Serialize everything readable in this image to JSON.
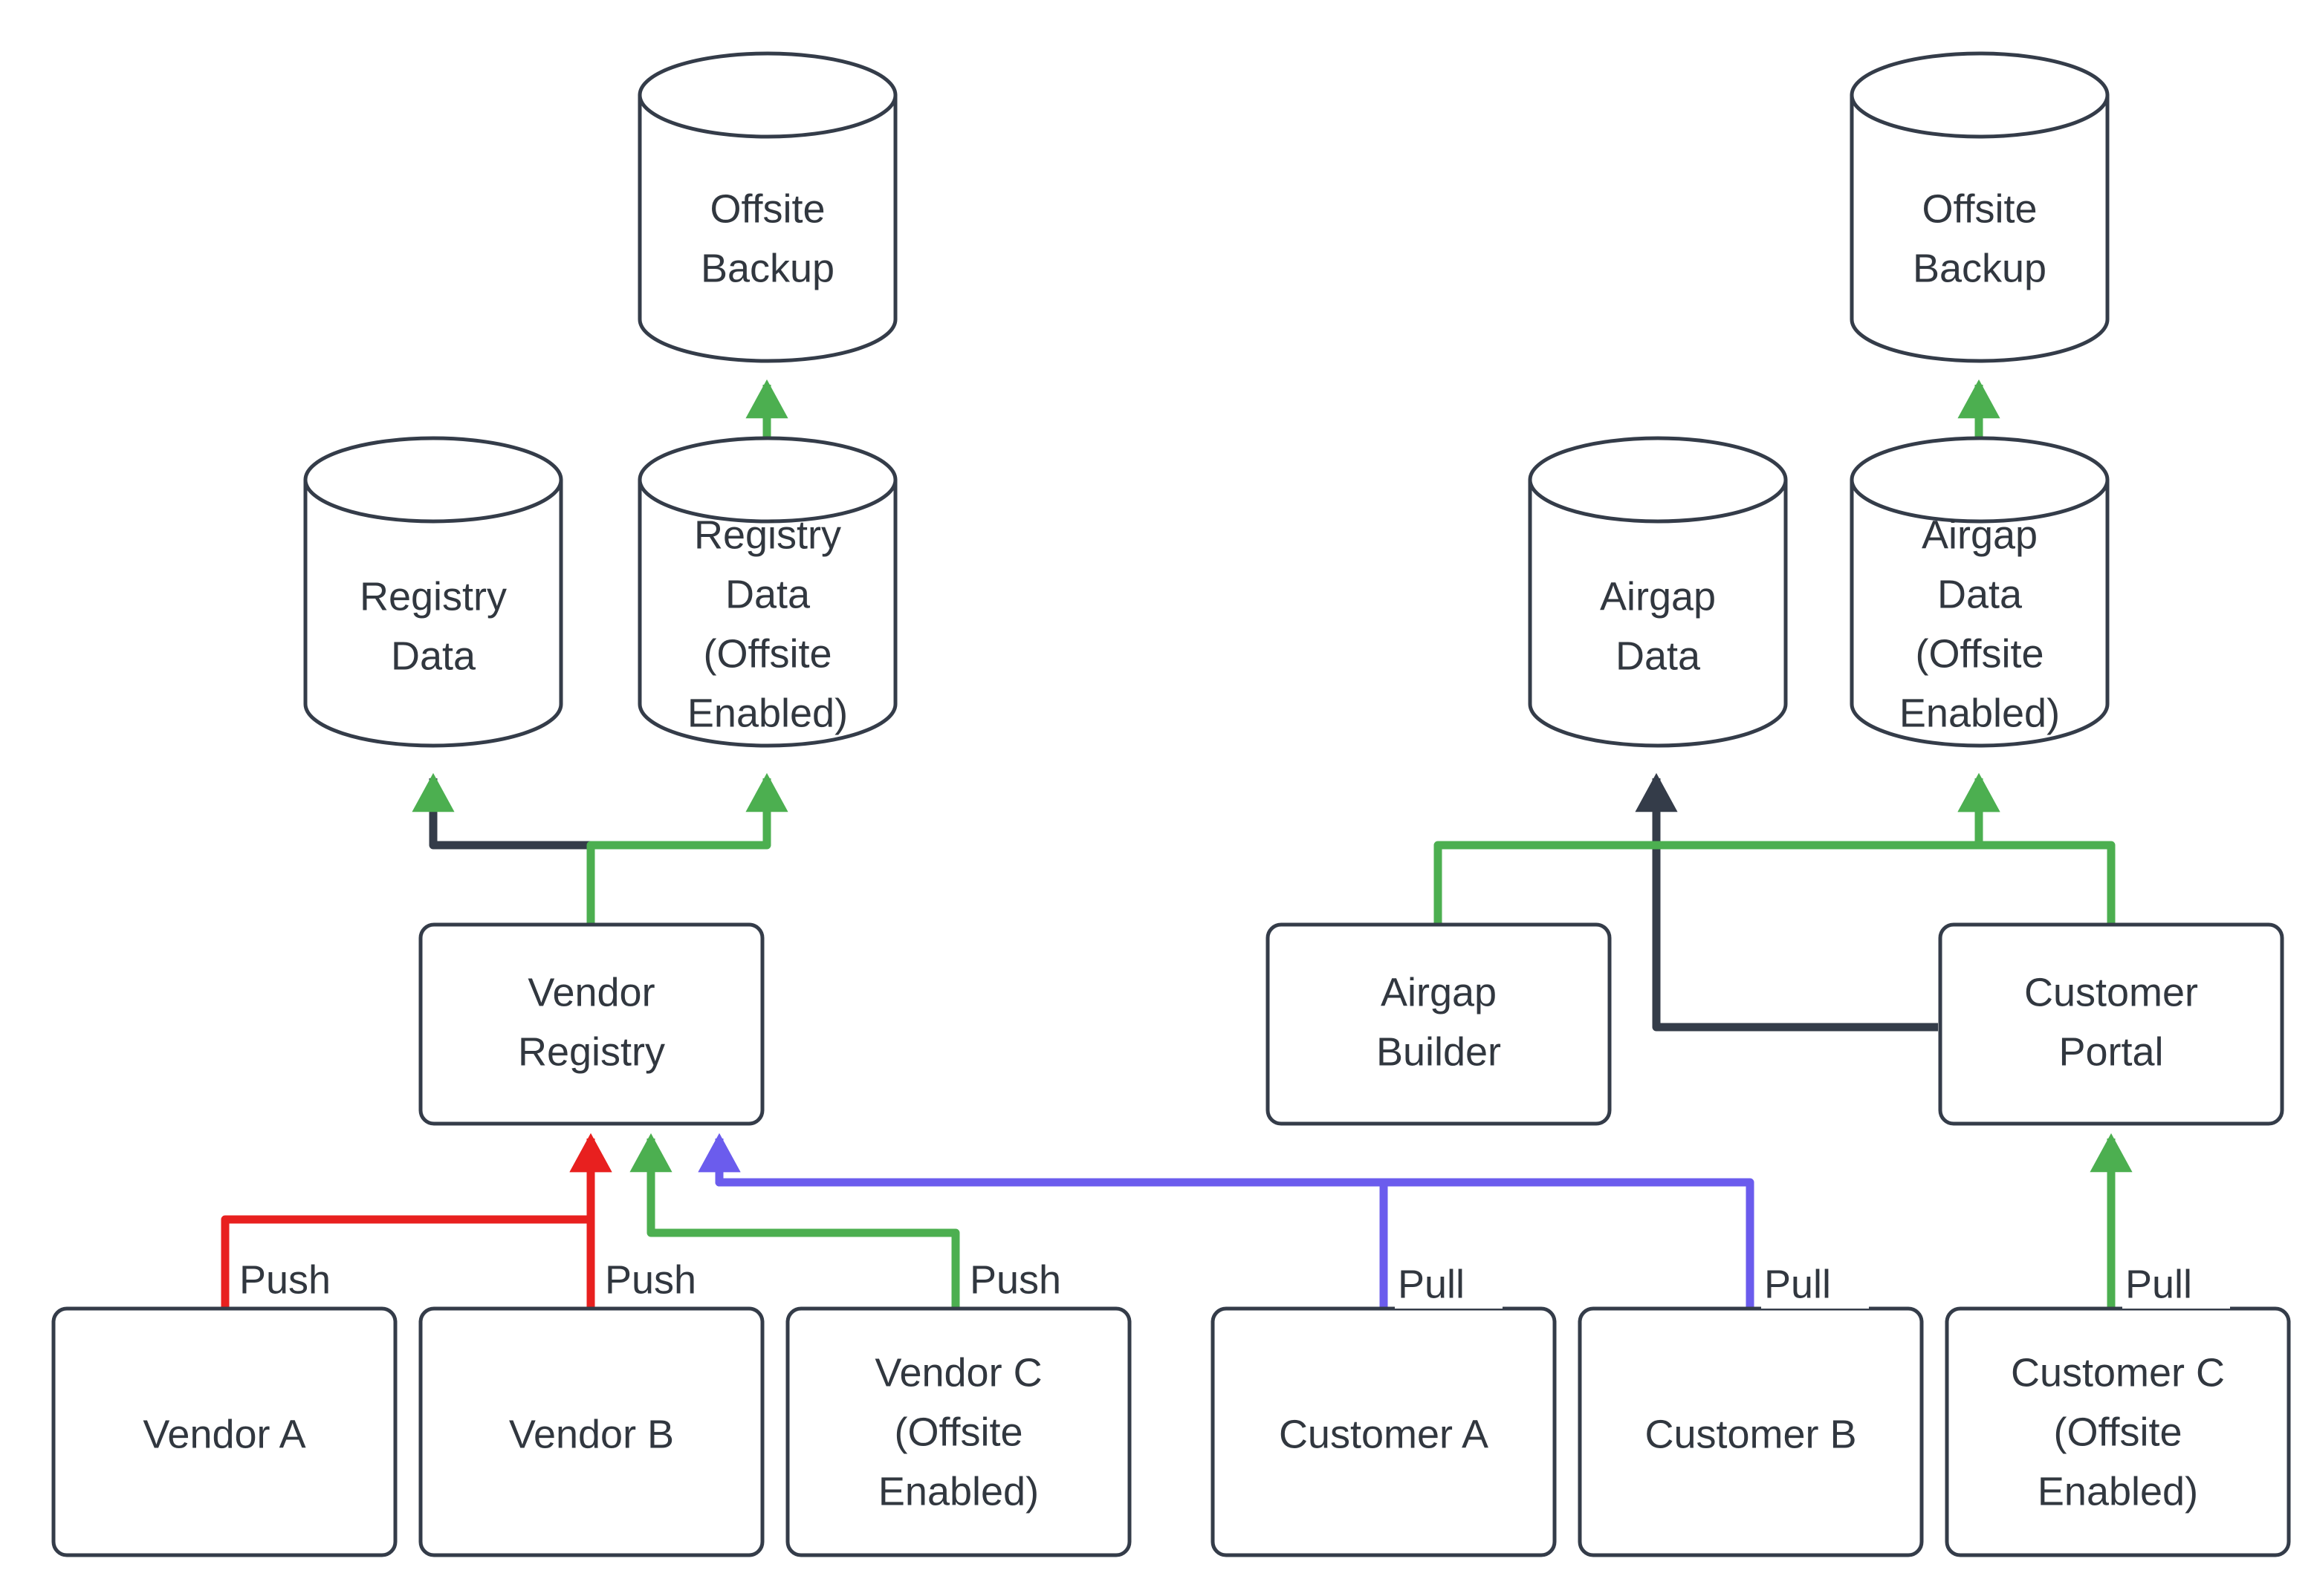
{
  "diagram": {
    "title": "Registry and Airgap Data Flow",
    "background_color": "#ffffff",
    "node_stroke_color": "#343c49",
    "text_color": "#31373f",
    "colors": {
      "dark": "#343c49",
      "green": "#4caf50",
      "red": "#e8201f",
      "purple": "#6b5ced"
    }
  },
  "nodes": {
    "offsite_backup_left": {
      "label": "Offsite Backup",
      "lines": [
        "Offsite",
        "Backup"
      ],
      "shape": "cylinder"
    },
    "offsite_backup_right": {
      "label": "Offsite Backup",
      "lines": [
        "Offsite",
        "Backup"
      ],
      "shape": "cylinder"
    },
    "registry_data": {
      "label": "Registry Data",
      "lines": [
        "Registry",
        "Data"
      ],
      "shape": "cylinder"
    },
    "registry_data_offsite": {
      "label": "Registry Data (Offsite Enabled)",
      "lines": [
        "Registry",
        "Data",
        "(Offsite",
        "Enabled)"
      ],
      "shape": "cylinder"
    },
    "airgap_data": {
      "label": "Airgap Data",
      "lines": [
        "Airgap",
        "Data"
      ],
      "shape": "cylinder"
    },
    "airgap_data_offsite": {
      "label": "Airgap Data (Offsite Enabled)",
      "lines": [
        "Airgap",
        "Data",
        "(Offsite",
        "Enabled)"
      ],
      "shape": "cylinder"
    },
    "vendor_registry": {
      "label": "Vendor Registry",
      "lines": [
        "Vendor",
        "Registry"
      ],
      "shape": "box"
    },
    "airgap_builder": {
      "label": "Airgap Builder",
      "lines": [
        "Airgap",
        "Builder"
      ],
      "shape": "box"
    },
    "customer_portal": {
      "label": "Customer Portal",
      "lines": [
        "Customer",
        "Portal"
      ],
      "shape": "box"
    },
    "vendor_a": {
      "label": "Vendor A",
      "lines": [
        "Vendor A"
      ],
      "shape": "box"
    },
    "vendor_b": {
      "label": "Vendor B",
      "lines": [
        "Vendor B"
      ],
      "shape": "box"
    },
    "vendor_c": {
      "label": "Vendor C (Offsite Enabled)",
      "lines": [
        "Vendor C",
        "(Offsite",
        "Enabled)"
      ],
      "shape": "box"
    },
    "customer_a": {
      "label": "Customer A",
      "lines": [
        "Customer A"
      ],
      "shape": "box"
    },
    "customer_b": {
      "label": "Customer B",
      "lines": [
        "Customer B"
      ],
      "shape": "box"
    },
    "customer_c": {
      "label": "Customer C (Offsite Enabled)",
      "lines": [
        "Customer C",
        "(Offsite",
        "Enabled)"
      ],
      "shape": "box"
    }
  },
  "edge_labels": {
    "vendor_a_push": "Push",
    "vendor_b_push": "Push",
    "vendor_c_push": "Push",
    "customer_a_pull": "Pull",
    "customer_b_pull": "Pull",
    "customer_c_pull": "Pull"
  },
  "edges": [
    {
      "from": "registry_data_offsite",
      "to": "offsite_backup_left",
      "color": "green",
      "label": ""
    },
    {
      "from": "airgap_data_offsite",
      "to": "offsite_backup_right",
      "color": "green",
      "label": ""
    },
    {
      "from": "vendor_registry",
      "to": "registry_data",
      "color": "dark",
      "label": ""
    },
    {
      "from": "vendor_registry",
      "to": "registry_data_offsite",
      "color": "green",
      "label": ""
    },
    {
      "from": "customer_portal",
      "to": "airgap_data",
      "color": "dark",
      "label": ""
    },
    {
      "from": "airgap_builder",
      "to": "airgap_data_offsite",
      "color": "green",
      "label": ""
    },
    {
      "from": "customer_portal",
      "to": "airgap_data_offsite",
      "color": "green",
      "label": ""
    },
    {
      "from": "vendor_a",
      "to": "vendor_registry",
      "color": "red",
      "label": "Push"
    },
    {
      "from": "vendor_b",
      "to": "vendor_registry",
      "color": "red",
      "label": "Push"
    },
    {
      "from": "vendor_c",
      "to": "vendor_registry",
      "color": "green",
      "label": "Push"
    },
    {
      "from": "customer_a",
      "to": "vendor_registry",
      "color": "purple",
      "label": "Pull"
    },
    {
      "from": "customer_b",
      "to": "vendor_registry",
      "color": "purple",
      "label": "Pull"
    },
    {
      "from": "customer_c",
      "to": "customer_portal",
      "color": "green",
      "label": "Pull"
    }
  ]
}
